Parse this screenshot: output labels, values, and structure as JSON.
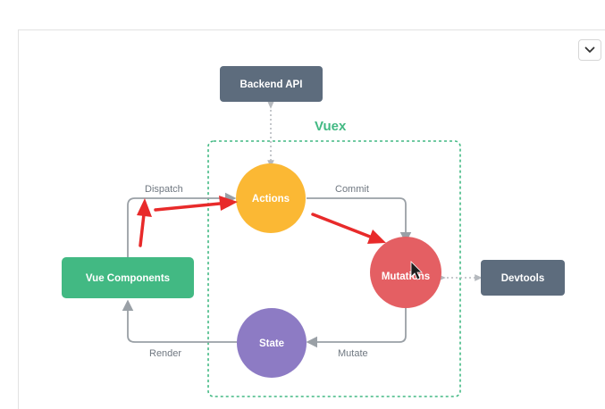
{
  "diagram": {
    "title": "Vuex",
    "nodes": {
      "backend_api": "Backend API",
      "actions": "Actions",
      "mutations": "Mutations",
      "devtools": "Devtools",
      "state": "State",
      "vue_components": "Vue Components"
    },
    "edges": {
      "dispatch": "Dispatch",
      "commit": "Commit",
      "mutate": "Mutate",
      "render": "Render"
    }
  },
  "colors": {
    "vuex_green": "#42b983",
    "slate": "#5d6c7d",
    "actions_orange": "#fbb834",
    "mutations_red": "#e45f63",
    "state_purple": "#8d7bc4",
    "annotation_red": "#e82a2a"
  },
  "icons": {
    "collapse": "chevron-down-icon",
    "cursor": "mouse-pointer-icon"
  }
}
